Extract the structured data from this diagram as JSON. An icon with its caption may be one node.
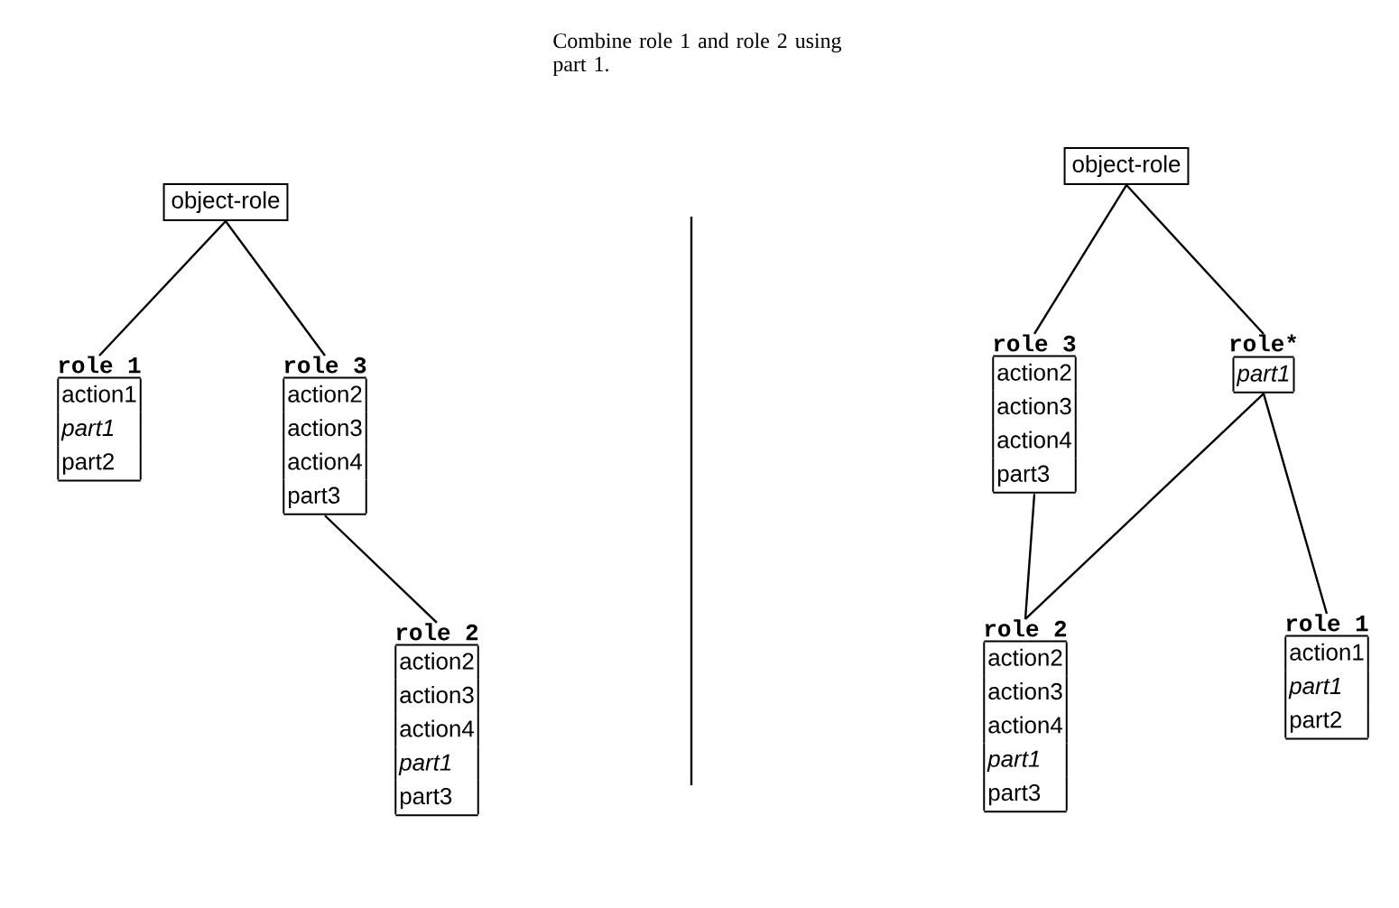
{
  "diagram": {
    "title": "Combine role 1 and role 2 using part 1.",
    "nodes": [
      {
        "text": [
          "object-role"
        ]
      },
      {
        "text": [
          "role 1",
          "action1",
          "*part1*",
          "part2"
        ]
      },
      {
        "text": [
          "role 3",
          "action2",
          "action3",
          "action4",
          "part3"
        ]
      },
      {
        "text": [
          "role 2",
          "action2",
          "action3",
          "action4",
          "*part1*",
          "part3"
        ]
      },
      {
        "text": [
          "object-role"
        ]
      },
      {
        "text": [
          "role 3",
          "action2",
          "action3",
          "action4",
          "part3"
        ]
      },
      {
        "text": [
          "role*",
          "*part1*"
        ]
      },
      {
        "text": [
          "role 2",
          "action2",
          "action3",
          "action4",
          "*part1*",
          "part3"
        ]
      },
      {
        "text": [
          "role 1",
          "action1",
          "*part1*",
          "part2"
        ]
      }
    ],
    "edges": [
      {
        "from": 0,
        "to": 1,
        "arrow": "none"
      },
      {
        "from": 0,
        "to": 2,
        "arrow": "none"
      },
      {
        "from": 2,
        "to": 3,
        "arrow": "none"
      },
      {
        "from": 4,
        "to": 5,
        "arrow": "none"
      },
      {
        "from": 4,
        "to": 6,
        "arrow": "none"
      },
      {
        "from": 6,
        "to": 7,
        "arrow": "none"
      },
      {
        "from": 6,
        "to": 8,
        "arrow": "none"
      },
      {
        "from": 5,
        "to": 7,
        "arrow": "none"
      }
    ]
  }
}
